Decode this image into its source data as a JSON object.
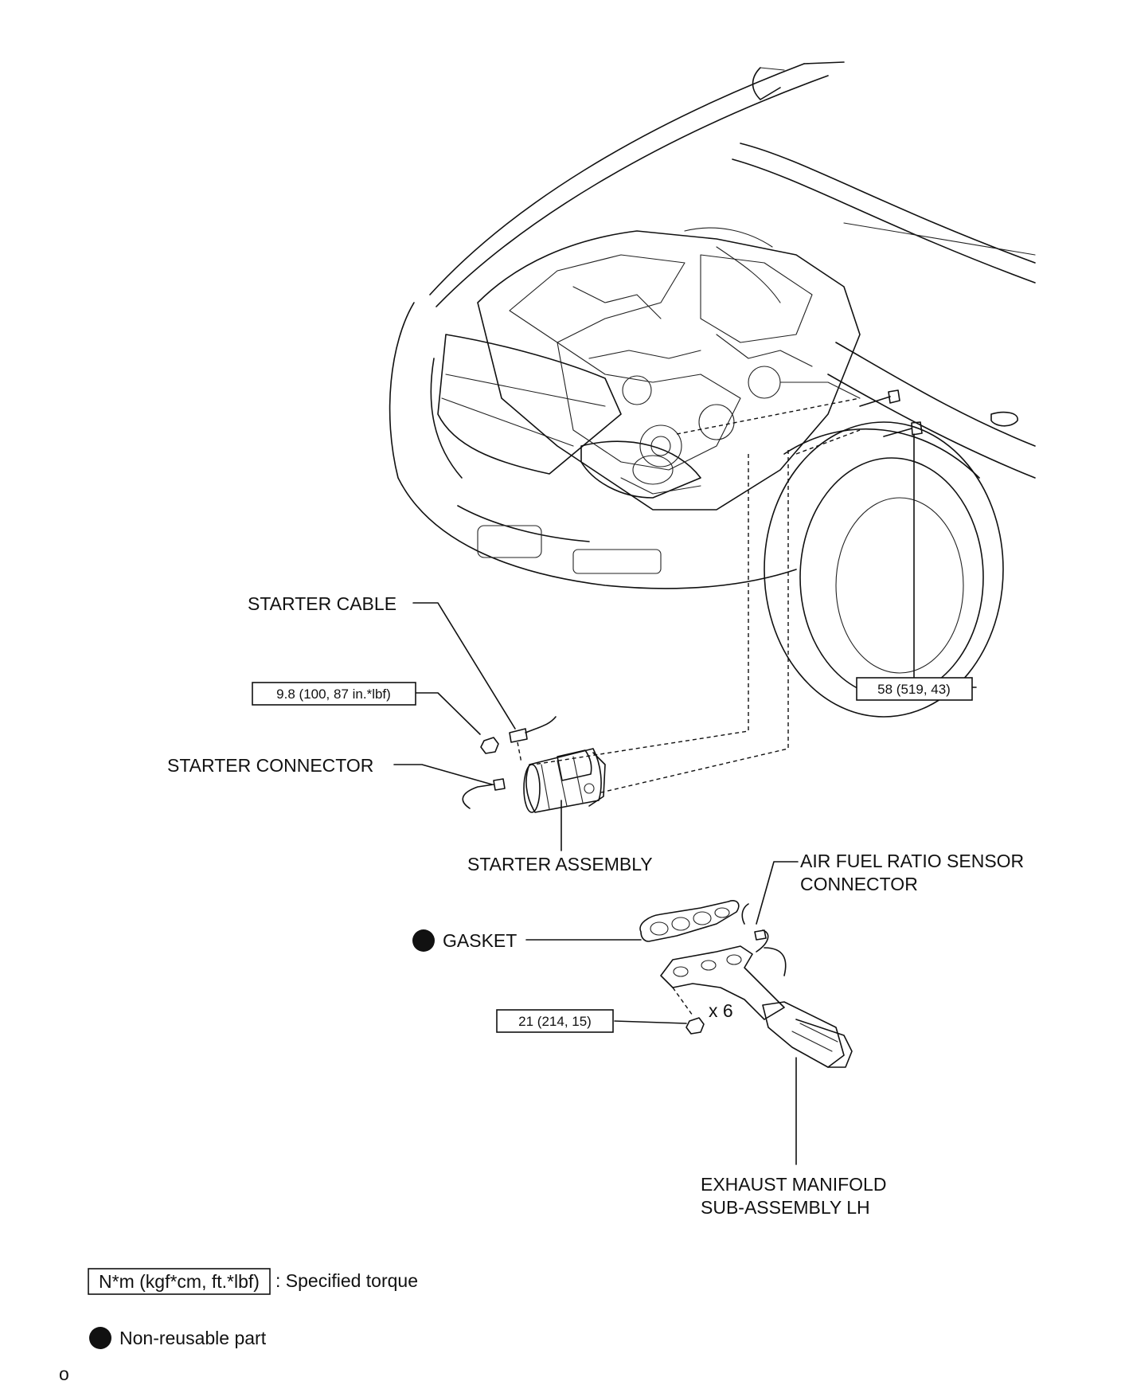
{
  "labels": {
    "starter_cable": "STARTER CABLE",
    "starter_connector": "STARTER CONNECTOR",
    "starter_assembly": "STARTER ASSEMBLY",
    "af_sensor_line1": "AIR FUEL RATIO SENSOR",
    "af_sensor_line2": "CONNECTOR",
    "gasket": "GASKET",
    "qty": "x 6",
    "exhaust_line1": "EXHAUST MANIFOLD",
    "exhaust_line2": "SUB-ASSEMBLY LH"
  },
  "torques": {
    "starter_terminal": "9.8 (100, 87 in.*lbf)",
    "starter_bolt": "58 (519, 43)",
    "manifold_nut": "21 (214, 15)"
  },
  "legend": {
    "torque_box": "N*m (kgf*cm, ft.*lbf)",
    "torque_desc": ": Specified torque",
    "nonreusable_desc": "Non-reusable part"
  },
  "footer": {
    "corner": "o"
  }
}
